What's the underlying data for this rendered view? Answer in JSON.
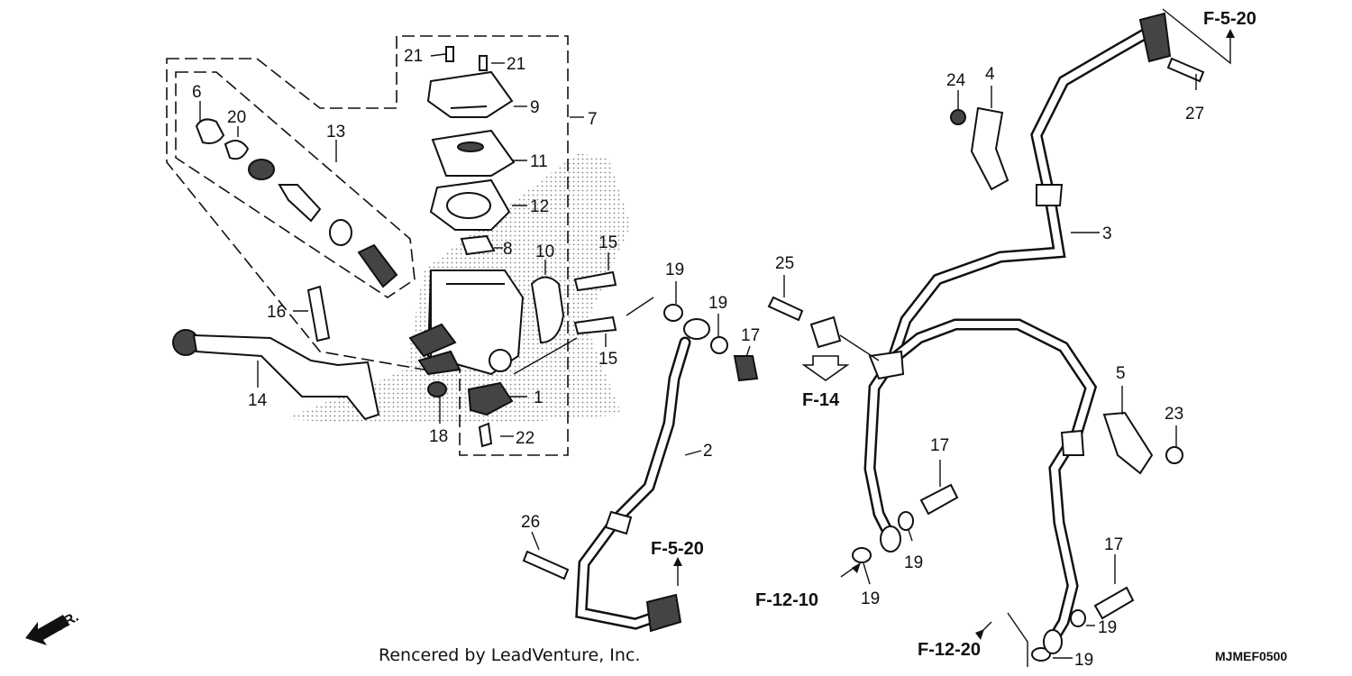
{
  "callouts": {
    "c1": "1",
    "c2": "2",
    "c3": "3",
    "c4": "4",
    "c5": "5",
    "c6": "6",
    "c7": "7",
    "c8": "8",
    "c9": "9",
    "c10": "10",
    "c11": "11",
    "c12": "12",
    "c13": "13",
    "c14": "14",
    "c15a": "15",
    "c15b": "15",
    "c16": "16",
    "c17a": "17",
    "c17b": "17",
    "c17c": "17",
    "c18": "18",
    "c19a": "19",
    "c19b": "19",
    "c19c": "19",
    "c19d": "19",
    "c19e": "19",
    "c19f": "19",
    "c20": "20",
    "c21a": "21",
    "c21b": "21",
    "c22": "22",
    "c23": "23",
    "c24": "24",
    "c25": "25",
    "c26": "26",
    "c27": "27"
  },
  "refs": {
    "f520_top": "F-5-20",
    "f520_mid": "F-5-20",
    "f14": "F-14",
    "f1210": "F-12-10",
    "f1220": "F-12-20"
  },
  "direction_label": "FR.",
  "credit": "Rencered by LeadVenture, Inc.",
  "diagram_code": "MJMEF0500"
}
